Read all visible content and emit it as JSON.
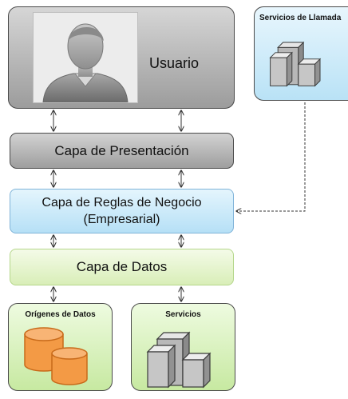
{
  "usuario": {
    "label": "Usuario",
    "icon": "user-silhouette-icon"
  },
  "capa_presentacion": {
    "label": "Capa de Presentación"
  },
  "capa_reglas": {
    "line1": "Capa de Reglas de Negocio",
    "line2": "(Empresarial)"
  },
  "capa_datos": {
    "label": "Capa de Datos"
  },
  "origenes_datos": {
    "label": "Orígenes de Datos",
    "icon": "database-icon",
    "color": "#f0943a"
  },
  "servicios": {
    "label": "Servicios",
    "icon": "server-icon"
  },
  "servicios_llamada": {
    "label": "Servicios de Llamada",
    "icon": "server-icon"
  },
  "colors": {
    "gray_box": "#b4b4b4",
    "blue_box": "#cdebfa",
    "green_box": "#e6f4d0"
  }
}
